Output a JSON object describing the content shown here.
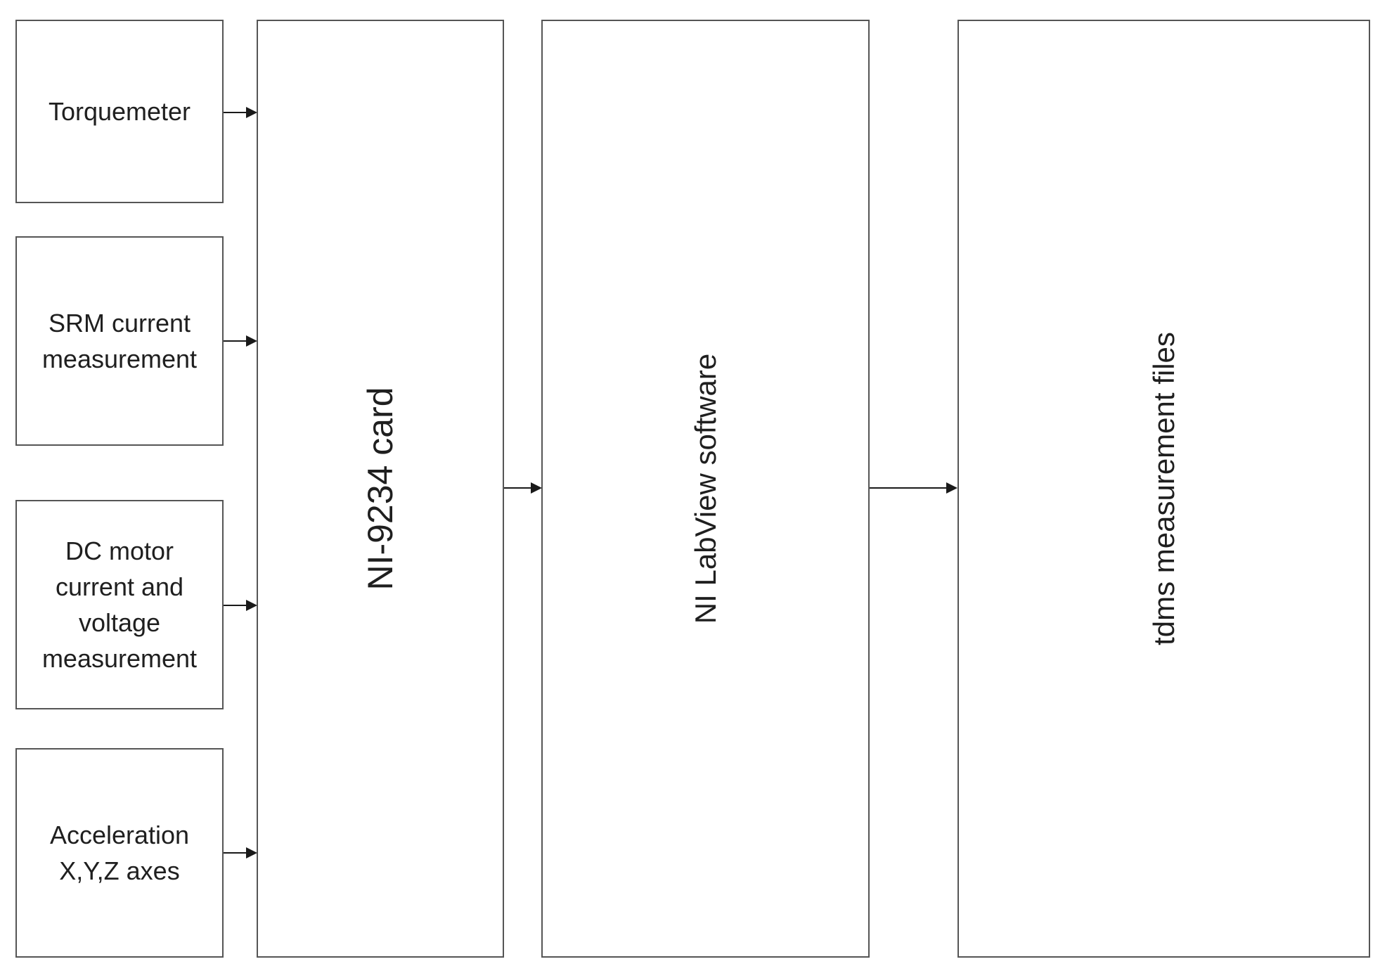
{
  "diagram": {
    "sensors": [
      {
        "id": "torquemeter",
        "label": "Torquemeter"
      },
      {
        "id": "srm-current",
        "label": "SRM current\nmeasurement"
      },
      {
        "id": "dc-motor",
        "label": "DC motor\ncurrent and\nvoltage\nmeasurement"
      },
      {
        "id": "acceleration",
        "label": "Acceleration\nX,Y,Z axes"
      }
    ],
    "stages": [
      {
        "id": "ni-card",
        "label": "NI-9234 card"
      },
      {
        "id": "labview",
        "label": "NI LabView software"
      },
      {
        "id": "tdms",
        "label": "tdms measurement files"
      }
    ],
    "edges": [
      {
        "from": "torquemeter",
        "to": "ni-card"
      },
      {
        "from": "srm-current",
        "to": "ni-card"
      },
      {
        "from": "dc-motor",
        "to": "ni-card"
      },
      {
        "from": "acceleration",
        "to": "ni-card"
      },
      {
        "from": "ni-card",
        "to": "labview"
      },
      {
        "from": "labview",
        "to": "tdms"
      }
    ],
    "colors": {
      "border": "#555555",
      "arrow": "#1a1a1a",
      "text": "#1f1f1f",
      "background": "#ffffff"
    }
  }
}
